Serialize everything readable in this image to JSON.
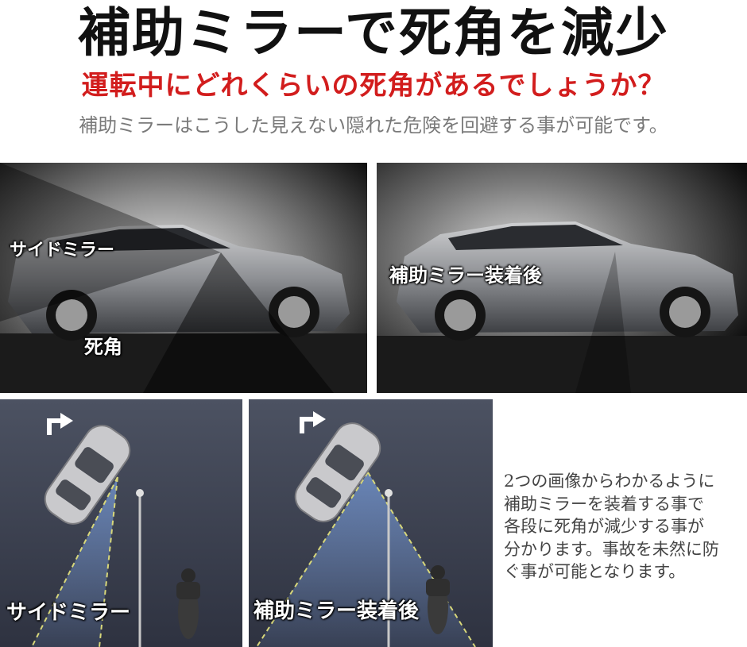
{
  "header": {
    "title": "補助ミラーで死角を減少",
    "subtitle": "運転中にどれくらいの死角があるでしょうか？",
    "caption": "補助ミラーはこうした見えない隠れた危険を回避する事が可能です。"
  },
  "top_panels": {
    "left": {
      "side_mirror_label": "サイドミラー",
      "blind_spot_label": "死角"
    },
    "right": {
      "after_label": "補助ミラー装着後"
    }
  },
  "bottom_panels": {
    "left": {
      "label": "サイドミラー",
      "turn_icon": "turn-right-arrow-icon"
    },
    "right": {
      "label": "補助ミラー装着後",
      "turn_icon": "turn-right-arrow-icon"
    }
  },
  "description": {
    "lines": [
      "2つの画像からわかるように",
      "補助ミラーを装着する事で",
      "各段に死角が減少する事が",
      "分かります。事故を未然に防",
      "ぐ事が可能となります。"
    ]
  },
  "colors": {
    "subtitle": "#d21d1d",
    "title": "#111111",
    "caption": "#7a7a7a"
  }
}
